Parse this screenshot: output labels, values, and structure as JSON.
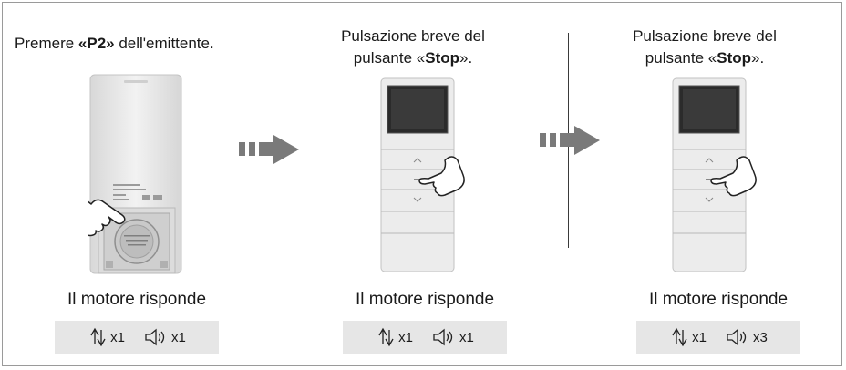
{
  "steps": [
    {
      "instruction_pre": "Premere ",
      "instruction_bold": "«P2»",
      "instruction_post": " dell'emittente.",
      "response_label": "Il motore risponde",
      "move_count": "x1",
      "beep_count": "x1"
    },
    {
      "instruction_line1": "Pulsazione breve del",
      "instruction_pre": "pulsante «",
      "instruction_bold": "Stop",
      "instruction_post": "».",
      "response_label": "Il motore risponde",
      "move_count": "x1",
      "beep_count": "x1"
    },
    {
      "instruction_line1": "Pulsazione breve del",
      "instruction_pre": "pulsante «",
      "instruction_bold": "Stop",
      "instruction_post": "».",
      "response_label": "Il motore risponde",
      "move_count": "x1",
      "beep_count": "x3"
    }
  ],
  "icons": {
    "flow_arrow": "dashed-right-arrow-icon",
    "hand": "pointing-hand-icon",
    "move": "up-down-movement-icon",
    "beep": "speaker-beep-icon"
  },
  "colors": {
    "arrow": "#7a7a7a",
    "response_bg": "#e6e6e6",
    "remote_body": "#e9e9e9",
    "screen": "#2b2b2b"
  }
}
